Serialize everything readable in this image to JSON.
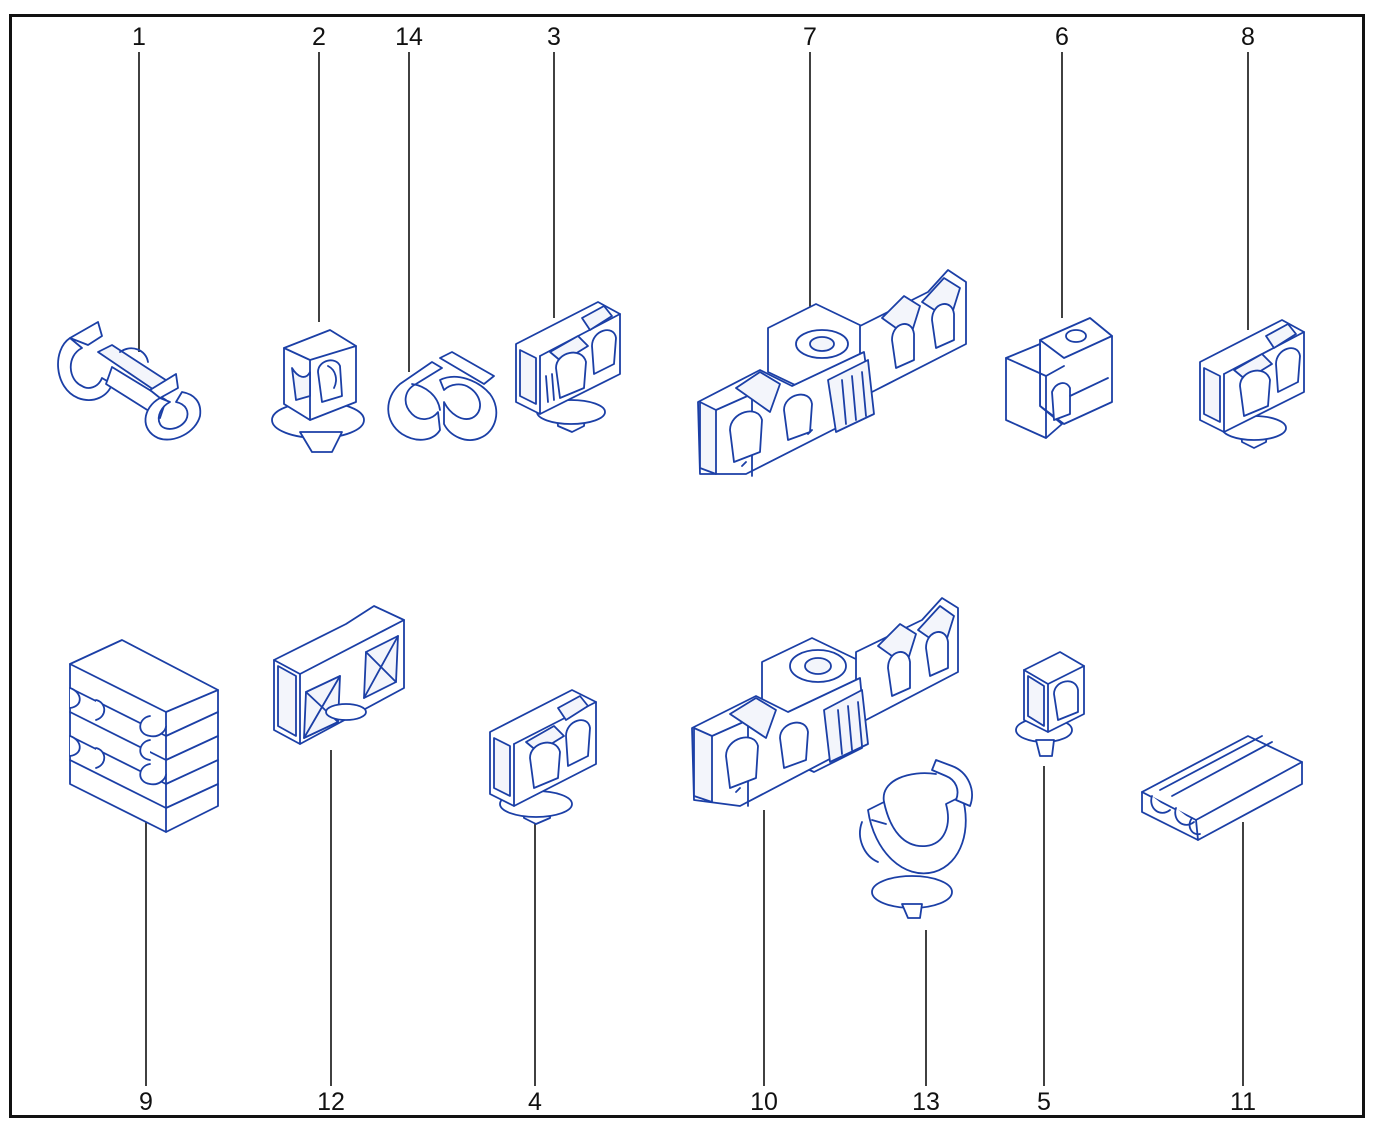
{
  "diagram": {
    "colors": {
      "border": "#111111",
      "line_art": "#1b3fa6",
      "callout": "#111111",
      "background": "#ffffff"
    },
    "callouts": [
      {
        "id": "1",
        "label": "1"
      },
      {
        "id": "2",
        "label": "2"
      },
      {
        "id": "14",
        "label": "14"
      },
      {
        "id": "3",
        "label": "3"
      },
      {
        "id": "7",
        "label": "7"
      },
      {
        "id": "6",
        "label": "6"
      },
      {
        "id": "8",
        "label": "8"
      },
      {
        "id": "9",
        "label": "9"
      },
      {
        "id": "12",
        "label": "12"
      },
      {
        "id": "4",
        "label": "4"
      },
      {
        "id": "10",
        "label": "10"
      },
      {
        "id": "13",
        "label": "13"
      },
      {
        "id": "5",
        "label": "5"
      },
      {
        "id": "11",
        "label": "11"
      }
    ]
  }
}
